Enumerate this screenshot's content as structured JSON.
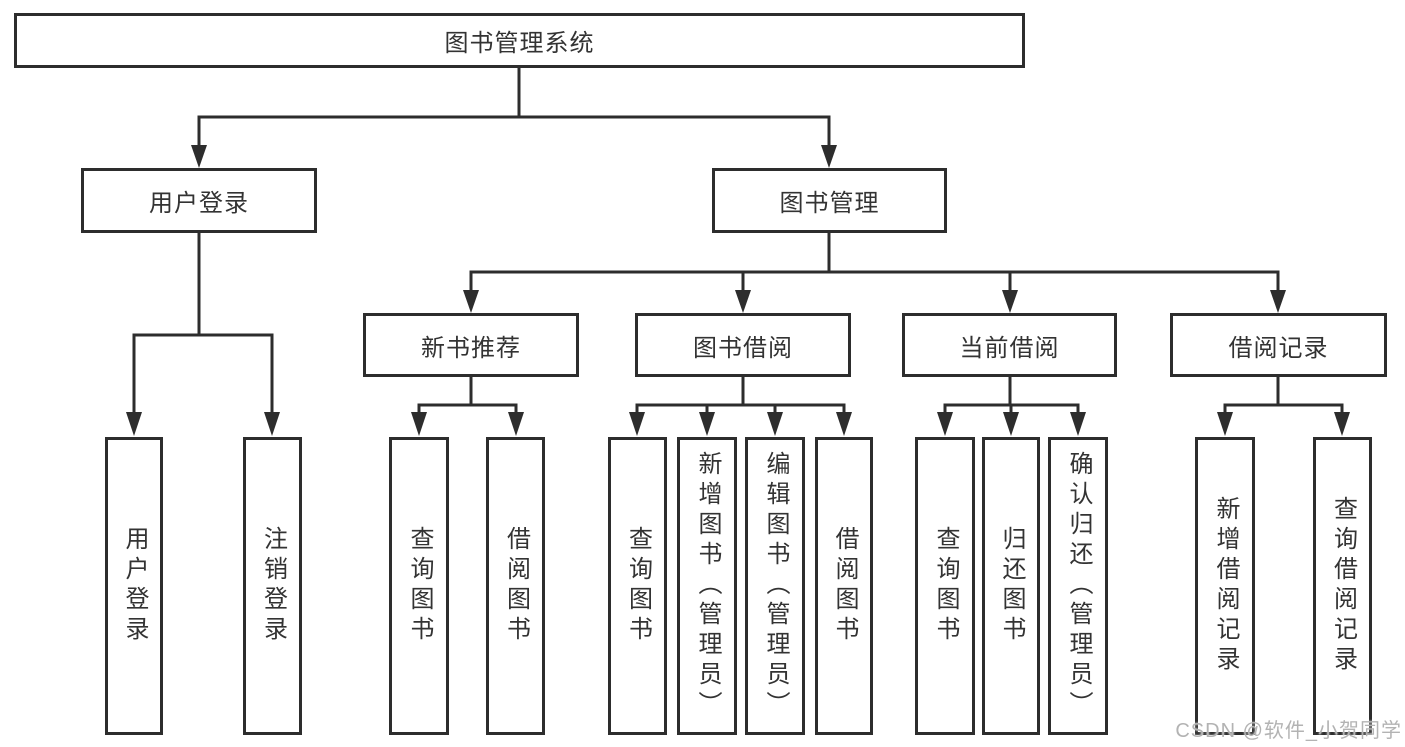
{
  "diagram": {
    "root": {
      "label": "图书管理系统",
      "children": [
        {
          "label": "用户登录",
          "children": [
            {
              "label": "用户登录"
            },
            {
              "label": "注销登录"
            }
          ]
        },
        {
          "label": "图书管理",
          "children": [
            {
              "label": "新书推荐",
              "children": [
                {
                  "label": "查询图书"
                },
                {
                  "label": "借阅图书"
                }
              ]
            },
            {
              "label": "图书借阅",
              "children": [
                {
                  "label": "查询图书"
                },
                {
                  "label": "新增图书（管理员）"
                },
                {
                  "label": "编辑图书（管理员）"
                },
                {
                  "label": "借阅图书"
                }
              ]
            },
            {
              "label": "当前借阅",
              "children": [
                {
                  "label": "查询图书"
                },
                {
                  "label": "归还图书"
                },
                {
                  "label": "确认归还（管理员）"
                }
              ]
            },
            {
              "label": "借阅记录",
              "children": [
                {
                  "label": "新增借阅记录"
                },
                {
                  "label": "查询借阅记录"
                }
              ]
            }
          ]
        }
      ]
    }
  },
  "watermark": {
    "text": "CSDN @软件_小贺同学"
  },
  "colors": {
    "line": "#2d2d2d",
    "text": "#333333",
    "background": "#ffffff",
    "watermark": "#b3b3b3"
  }
}
